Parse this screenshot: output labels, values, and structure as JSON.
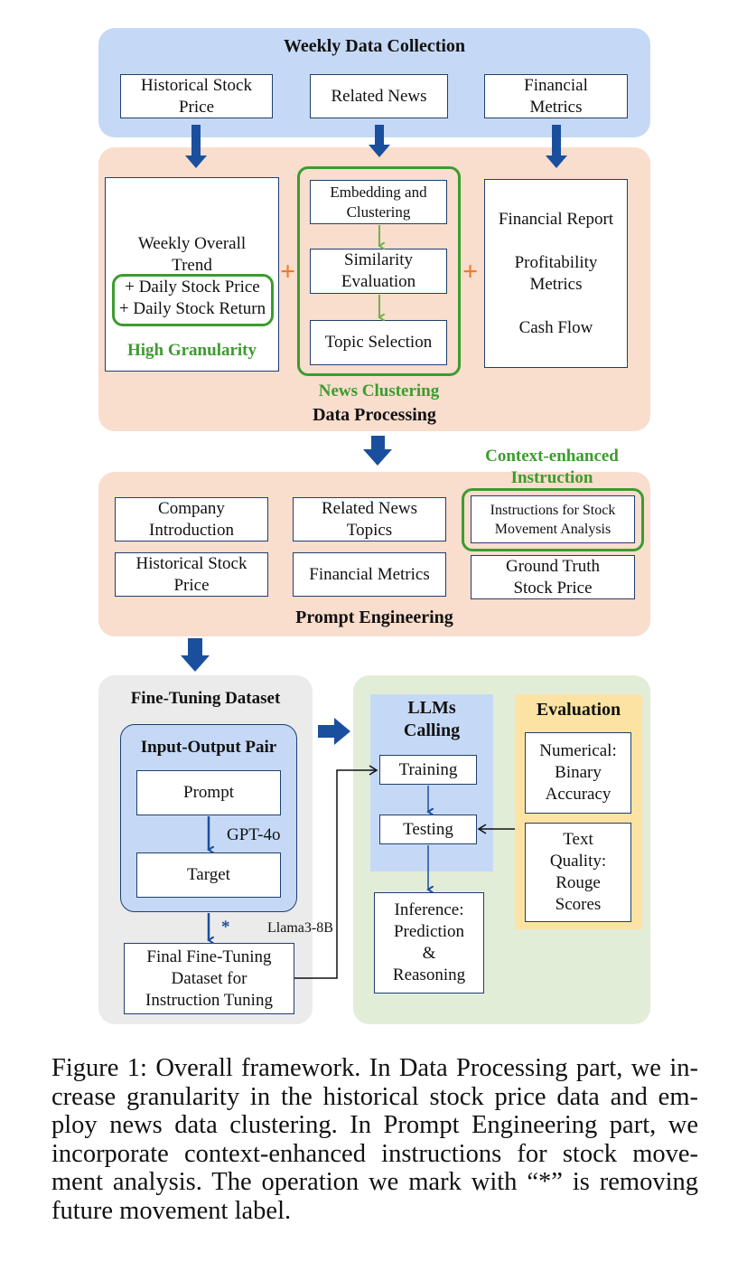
{
  "collection": {
    "title": "Weekly Data Collection",
    "boxes": [
      "Historical Stock\nPrice",
      "Related News",
      "Financial\nMetrics"
    ]
  },
  "processing": {
    "title": "Data Processing",
    "trend": "Weekly Overall\nTrend",
    "granular_items": "+ Daily Stock Price\n+ Daily Stock Return",
    "granularity_label": "High Granularity",
    "news_steps": [
      "Embedding and\nClustering",
      "Similarity\nEvaluation",
      "Topic Selection"
    ],
    "news_label": "News Clustering",
    "financial": "Financial Report\n\nProfitability\nMetrics\n\nCash Flow",
    "plus_symbol": "+"
  },
  "prompt": {
    "title": "Prompt Engineering",
    "context_label": "Context-enhanced\nInstruction",
    "boxes": [
      "Company\nIntroduction",
      "Related News\nTopics",
      "Instructions for Stock\nMovement Analysis",
      "Historical Stock\nPrice",
      "Financial Metrics",
      "Ground Truth\nStock Price"
    ]
  },
  "finetune": {
    "title": "Fine-Tuning Dataset",
    "pair_title": "Input-Output Pair",
    "prompt": "Prompt",
    "gpt_label": "GPT-4o",
    "target": "Target",
    "star": "*",
    "llama_label": "Llama3-8B",
    "final": "Final Fine-Tuning\nDataset for\nInstruction Tuning"
  },
  "llm": {
    "title": "LLMs\nCalling",
    "training": "Training",
    "testing": "Testing",
    "inference": "Inference:\nPrediction\n&\nReasoning"
  },
  "evaluation": {
    "title": "Evaluation",
    "numerical": "Numerical:\nBinary\nAccuracy",
    "text_quality": "Text\nQuality:\nRouge\nScores"
  },
  "caption_lines": [
    "Figure 1: Overall framework. In Data Processing part, we in-",
    "crease granularity in the historical stock price data and em-",
    "ploy news data clustering. In Prompt Engineering part, we",
    "incorporate context-enhanced instructions for stock move-",
    "ment analysis. The operation we mark with “*” is removing",
    "future movement label."
  ],
  "colors": {
    "collection_bg": "#c5d9f6",
    "processing_bg": "#f9ddcd",
    "finetune_bg": "#ebebeb",
    "llm_panel_bg": "#e2edd7",
    "llm_box_bg": "#c5d9f6",
    "eval_bg": "#fce3a3",
    "accent_green": "#3c9c2e",
    "accent_orange": "#ef7b2a",
    "arrow_blue": "#1a4f9e"
  }
}
